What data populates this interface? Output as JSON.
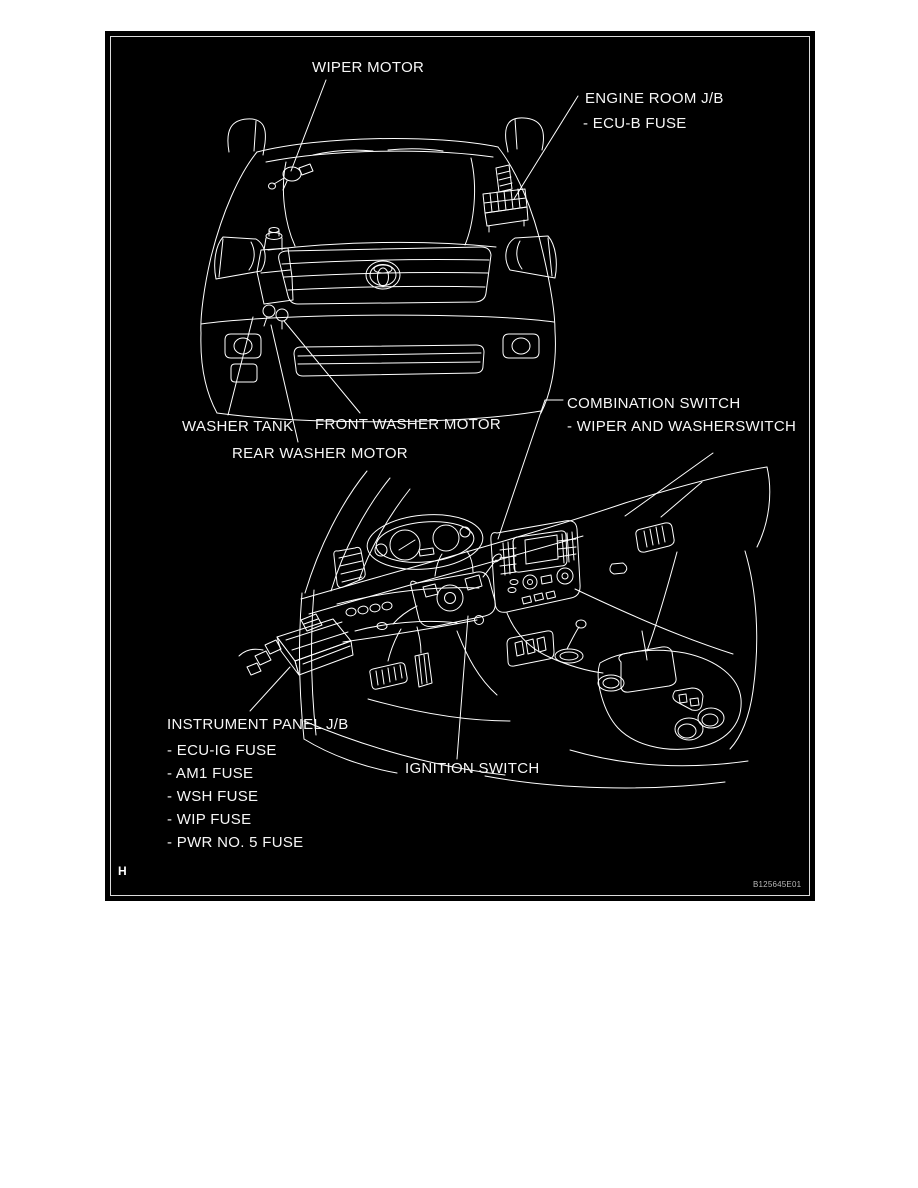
{
  "diagram": {
    "background": "#000000",
    "line_color": "#ffffff",
    "corner_mark": "H",
    "figure_code": "B125645E01",
    "callouts": {
      "wiper_motor": "WIPER MOTOR",
      "engine_room_jb": {
        "title": "ENGINE ROOM J/B",
        "items": [
          "- ECU-B FUSE"
        ]
      },
      "washer_tank": "WASHER TANK",
      "front_washer_motor": "FRONT WASHER MOTOR",
      "rear_washer_motor": "REAR WASHER MOTOR",
      "combination_switch": {
        "title": "COMBINATION SWITCH",
        "items": [
          "- WIPER AND WASHERSWITCH"
        ]
      },
      "instrument_panel_jb": {
        "title": "INSTRUMENT PANEL J/B",
        "items": [
          "- ECU-IG FUSE",
          "- AM1 FUSE",
          "- WSH FUSE",
          "- WIP FUSE",
          "- PWR NO. 5 FUSE"
        ]
      },
      "ignition_switch": "IGNITION SWITCH"
    }
  }
}
